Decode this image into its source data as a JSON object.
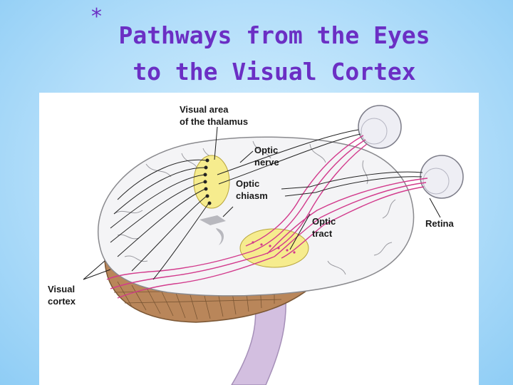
{
  "slide": {
    "title_bullet": "*",
    "title": "Pathways from the Eyes to the Visual Cortex"
  },
  "diagram": {
    "labels": {
      "thalamus": [
        "Visual area",
        "of the thalamus"
      ],
      "optic_nerve": [
        "Optic",
        "nerve"
      ],
      "optic_chiasm": [
        "Optic",
        "chiasm"
      ],
      "optic_tract": [
        "Optic",
        "tract"
      ],
      "retina": [
        "Retina"
      ],
      "visual_cortex": [
        "Visual",
        "cortex"
      ]
    },
    "colors": {
      "brain": "#f4f4f6",
      "brain_outline": "#8a8a8e",
      "cerebellum": "#b9865a",
      "brainstem": "#d3bfe0",
      "thalamus_fill": "#f6ec8e",
      "pathway": "#d23a8c",
      "nerve": "#222222"
    }
  }
}
